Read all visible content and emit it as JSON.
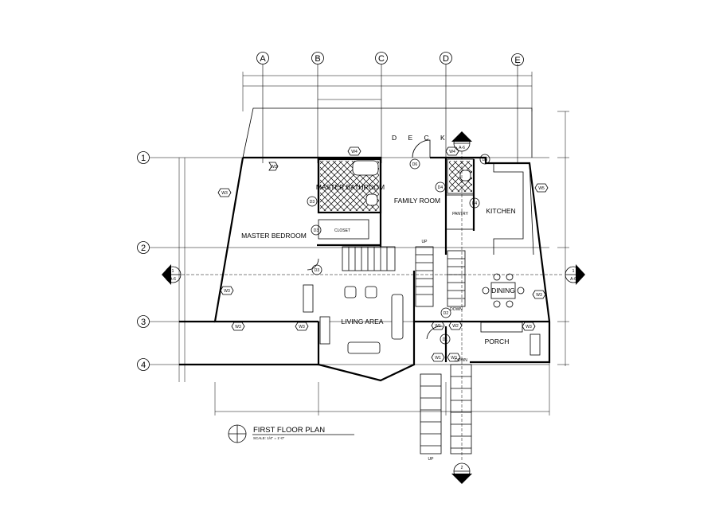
{
  "plan": {
    "title": "FIRST FLOOR PLAN",
    "scale": "SCALE: 1/4\" = 1'-0\""
  },
  "grid": {
    "columns": [
      "A",
      "B",
      "C",
      "D",
      "E"
    ],
    "rows": [
      "1",
      "2",
      "3",
      "4"
    ]
  },
  "rooms": {
    "deck": "D E C K",
    "master_bathroom": "MASTER BATHROOM",
    "family_room": "FAMILY ROOM",
    "kitchen": "KITCHEN",
    "pantry": "PANTRY",
    "closet": "CLOSET",
    "master_bedroom": "MASTER BEDROOM",
    "living_area": "LIVING AREA",
    "dining": "DINING",
    "porch": "PORCH"
  },
  "tags": {
    "windows": [
      "W3",
      "W4",
      "W3",
      "W4",
      "W3",
      "W5",
      "W3",
      "W3",
      "W3",
      "W3",
      "W1",
      "W2",
      "W1",
      "W3"
    ],
    "doors": [
      "D6",
      "D5",
      "D3",
      "D4",
      "D4",
      "D3",
      "D3",
      "D2",
      "D1"
    ]
  },
  "stairs": {
    "up": "UP",
    "down": "DOWN"
  },
  "sections": {
    "left_mark": "1",
    "left_sheet": "A-6",
    "right_mark": "1",
    "right_sheet": "A-6",
    "top_mark": "2",
    "top_sheet": "A-6",
    "bottom_mark": "2",
    "bottom_sheet": "A-6"
  }
}
